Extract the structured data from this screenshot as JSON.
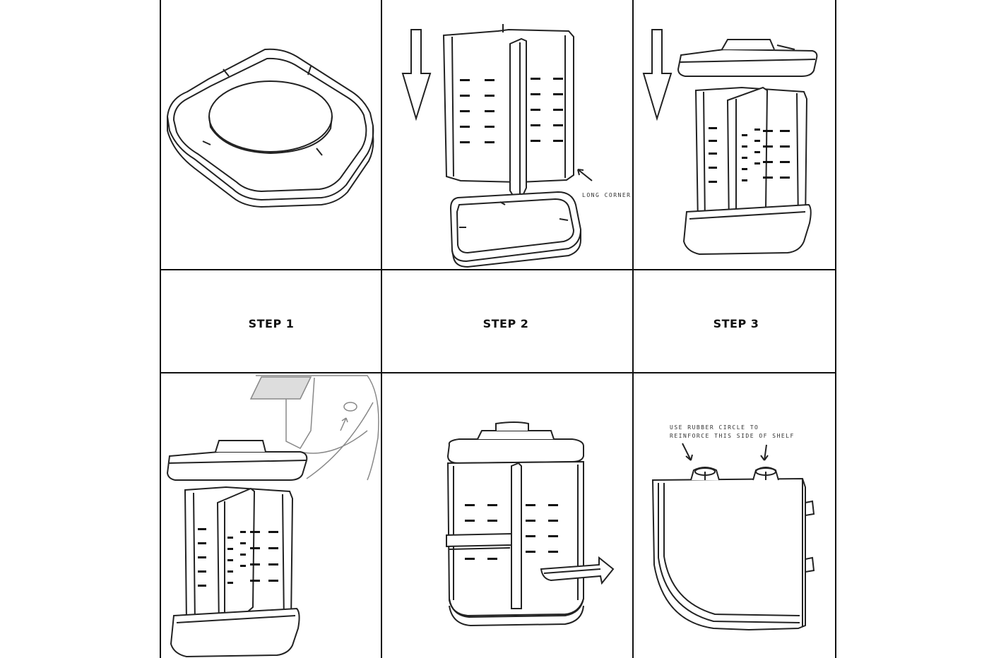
{
  "steps": {
    "step1": "STEP 1",
    "step2": "STEP 2",
    "step3": "STEP 3"
  },
  "notes": {
    "long_corner": "LONG CORNER",
    "rubber_line1": "USE RUBBER CIRCLE TO",
    "rubber_line2": "REINFORCE THIS SIDE OF SHELF"
  }
}
